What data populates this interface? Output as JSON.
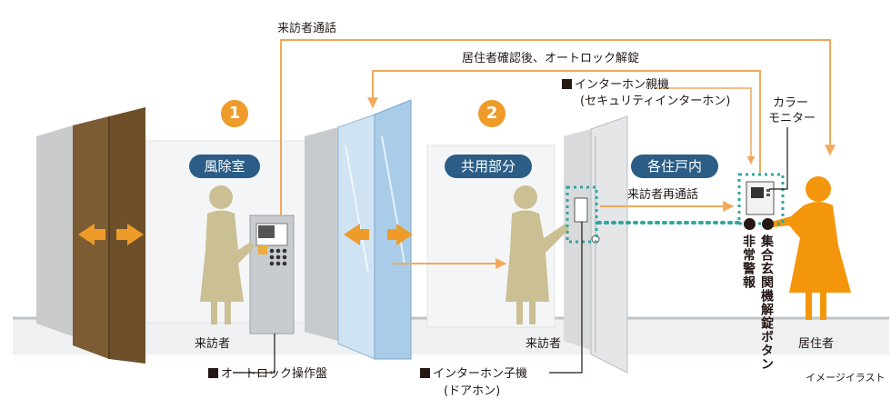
{
  "zones": [
    {
      "number": "1",
      "name": "風除室"
    },
    {
      "number": "2",
      "name": "共用部分"
    },
    {
      "name": "各住戸内"
    }
  ],
  "flows": {
    "call": "来訪者通話",
    "unlock": "居住者確認後、オートロック解錠",
    "recall": "来訪者再通話"
  },
  "devices": {
    "master_unit": "インターホン親機",
    "master_unit_sub": "(セキュリティインターホン)",
    "color_monitor_line1": "カラー",
    "color_monitor_line2": "モニター",
    "lock_panel": "オートロック操作盤",
    "sub_unit": "インターホン子機",
    "sub_unit_sub": "(ドアホン)",
    "emergency_alarm": "非常警報",
    "entrance_unlock_button": "集合玄関機解錠ボタン"
  },
  "people": {
    "visitor": "来訪者",
    "resident": "居住者"
  },
  "note": "イメージイラスト",
  "colors": {
    "accent_orange": "#ee9b2a",
    "flow_line": "#f0a95c",
    "label_blue": "#2b5d86",
    "dotted_link": "#2fa79c",
    "door_brown": "#7b5c33",
    "person_beige": "#cbbf94",
    "resident_orange": "#f4960b"
  }
}
